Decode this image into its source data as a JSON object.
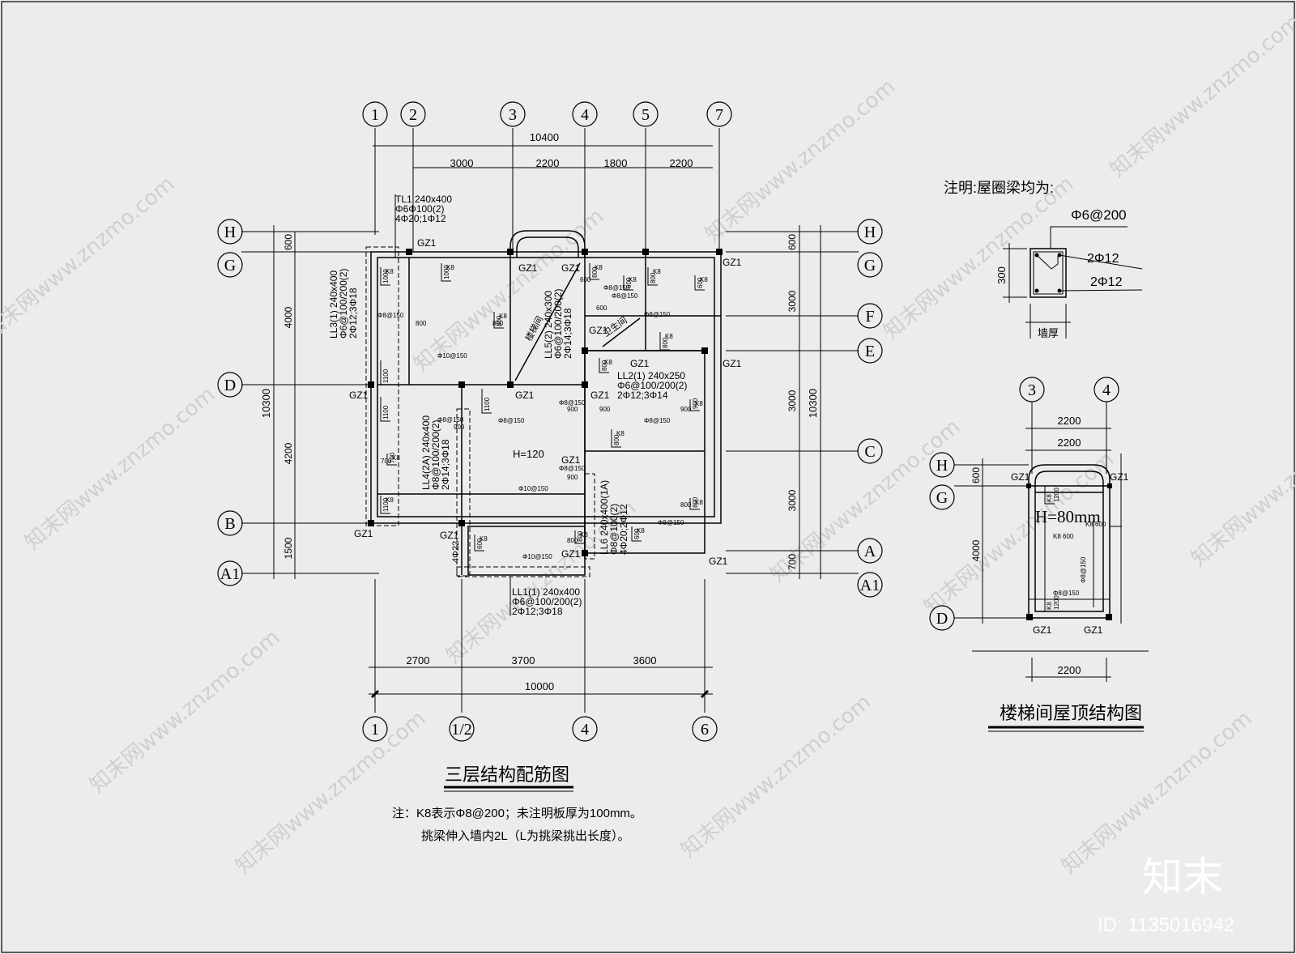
{
  "main_plan": {
    "title": "三层结构配筋图",
    "note_line1": "注：K8表示Φ8@200；未注明板厚为100mm。",
    "note_line2": "挑梁伸入墙内2L（L为挑梁挑出长度）。",
    "top_axes": [
      "1",
      "2",
      "3",
      "4",
      "5",
      "7"
    ],
    "bottom_axes": [
      "1",
      "1/2",
      "4",
      "6"
    ],
    "left_axes": [
      "H",
      "G",
      "D",
      "B",
      "A1"
    ],
    "right_axes": [
      "H",
      "G",
      "F",
      "E",
      "C",
      "A",
      "A1"
    ],
    "top_total": "10400",
    "top_dims": [
      "3000",
      "2200",
      "1800",
      "2200"
    ],
    "bottom_dims": [
      "2700",
      "3700",
      "3600"
    ],
    "bottom_total": "10000",
    "left_dims": [
      "600",
      "4000",
      "4200",
      "1500"
    ],
    "left_total": "10300",
    "right_dims": [
      "600",
      "3000",
      "3000",
      "3000",
      "700"
    ],
    "right_total": "10300",
    "beam_tl1": [
      "TL1 240x400",
      "Φ6Φ100(2)",
      "4Φ20;1Φ12"
    ],
    "beam_ll3": [
      "LL3(1) 240x400",
      "Φ6@100/200(2)",
      "2Φ12;3Φ18"
    ],
    "beam_ll4": [
      "LL4(2A) 240x400",
      "Φ8@100/200(2)",
      "2Φ14;3Φ18"
    ],
    "beam_ll5": [
      "LL5(2) 240x300",
      "Φ6@100/200(2)",
      "2Φ14;3Φ18"
    ],
    "beam_ll2": [
      "LL2(1) 240x250",
      "Φ6@100/200(2)",
      "2Φ12;3Φ14"
    ],
    "beam_ll6": [
      "LL6 240x400(1A)",
      "Φ8@100(2)",
      "4Φ20;2Φ12"
    ],
    "beam_ll1": [
      "LL1(1) 240x400",
      "Φ6@100/200(2)",
      "2Φ12;3Φ18"
    ],
    "gz": "GZ1",
    "stair_label": "楼梯间",
    "stair_label2": "卫生间",
    "h120": "H=120",
    "k8": "K8",
    "rebar": [
      "Φ8@150",
      "Φ10@150",
      "Φ8@150",
      "Φ10@150"
    ],
    "lengths": [
      "1000",
      "800",
      "600",
      "1100",
      "900",
      "700",
      "1200"
    ],
    "cant": "4Φ22"
  },
  "note_right": {
    "title": "注明:屋圈梁均为:",
    "stirrup": "Φ6@200",
    "top_bar": "2Φ12",
    "bot_bar": "2Φ12",
    "height": "300",
    "width_label": "墙厚"
  },
  "stair_plan": {
    "title": "楼梯间屋顶结构图",
    "axes_top": [
      "3",
      "4"
    ],
    "axes_left": [
      "H",
      "G",
      "D"
    ],
    "dims_top": [
      "2200",
      "2200"
    ],
    "dims_left": [
      "600",
      "4000"
    ],
    "dim_bottom": "2200",
    "h80": "H=80mm",
    "gz": "GZ1"
  },
  "watermark": {
    "text": "知末网www.znzmo.com",
    "logo": "知末",
    "id": "ID: 1135016942"
  }
}
